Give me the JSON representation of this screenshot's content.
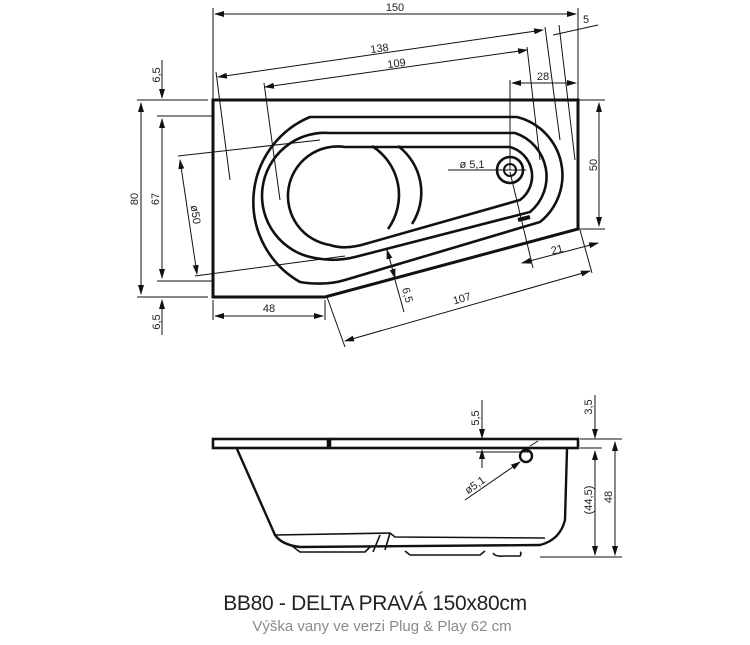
{
  "title": "BB80 - DELTA PRAVÁ 150x80cm",
  "subtitle": "Výška vany ve verzi Plug & Play 62 cm",
  "top_view": {
    "dimensions": {
      "total_length": "150",
      "offset_right": "5",
      "diag_length_outer": "138",
      "diag_length_inner": "109",
      "drain_offset": "28",
      "rim_top": "6,5",
      "total_width": "80",
      "inner_width": "67",
      "rim_bottom": "6,5",
      "seat_diameter": "ø50",
      "drain_diameter": "ø 5,1",
      "right_side_height": "50",
      "corner_offset": "21",
      "front_rim": "6,5",
      "front_length": "107",
      "bottom_left_length": "48"
    }
  },
  "side_view": {
    "dimensions": {
      "overflow_offset": "5,5",
      "rim_thickness": "3,5",
      "overflow_diameter": "ø5,1",
      "inner_depth": "(44,5)",
      "total_height": "48"
    }
  },
  "colors": {
    "line": "#111111",
    "text": "#222222",
    "subtitle": "#8a8a8a"
  }
}
